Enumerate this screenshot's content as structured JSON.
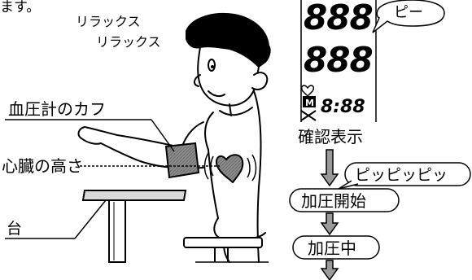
{
  "top_fragment": "ます。",
  "relax_1": "リラックス",
  "relax_2": "リラックス",
  "labels": {
    "cuff": "血圧計のカフ",
    "heart_height": "心臓の高さ",
    "stand": "台"
  },
  "lcd": {
    "row1": "888",
    "row2": "888",
    "time": "8:88",
    "mem_symbol": "M"
  },
  "bubbles": {
    "beep": "ピー",
    "beeps": "ピッピッピッ"
  },
  "steps": {
    "confirm": "確認表示",
    "start_pressurize": "加圧開始",
    "pressurizing": "加圧中"
  }
}
